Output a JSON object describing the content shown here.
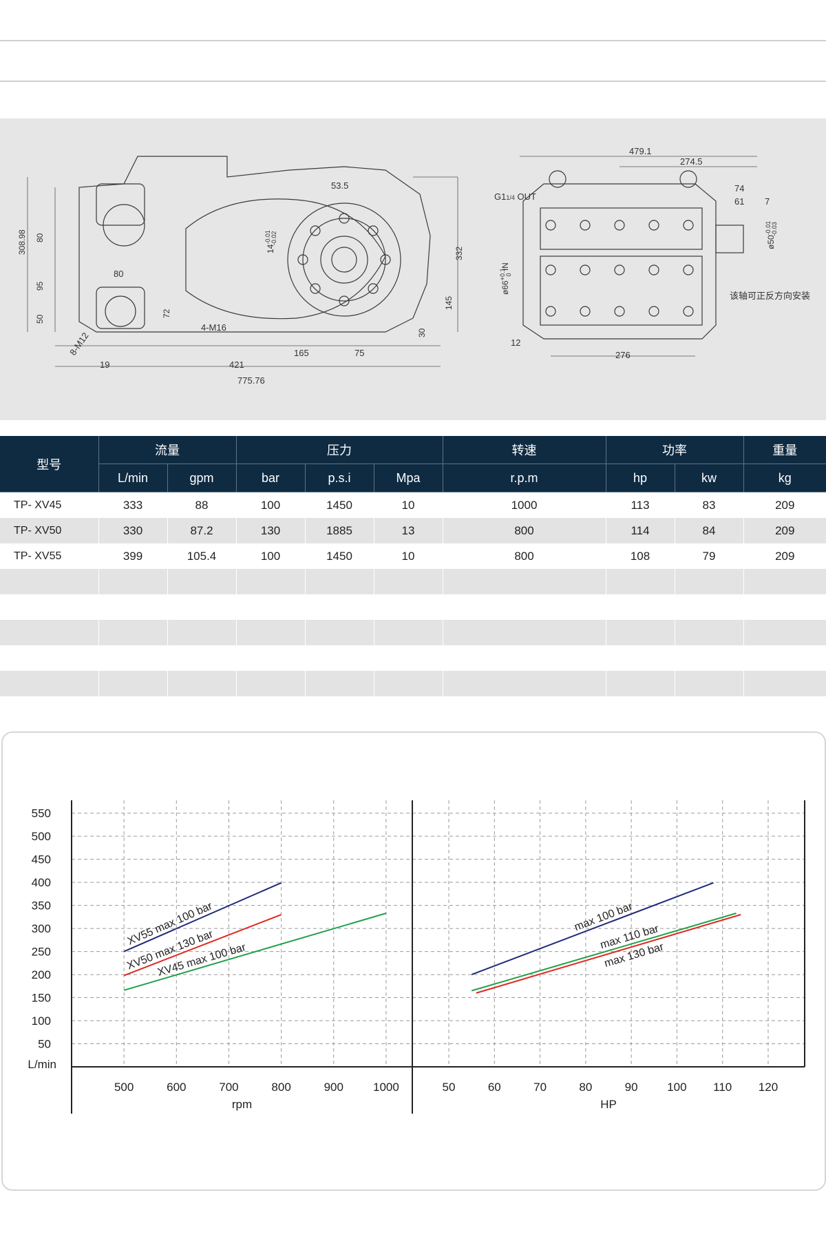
{
  "drawing": {
    "side_view_dims": [
      "308.98",
      "80",
      "95",
      "50",
      "80",
      "72",
      "53.5",
      "14",
      "-0.01",
      "-0.02",
      "332",
      "145",
      "30",
      "4-M16",
      "8-M12",
      "165",
      "75",
      "19",
      "421",
      "775.76"
    ],
    "end_view_dims": [
      "479.1",
      "274.5",
      "74",
      "61",
      "7",
      "G1",
      "1/4",
      " OUT",
      "ø66",
      "+0.1",
      "0",
      " IN",
      "ø50",
      "-0.01",
      "-0.03",
      "12",
      "276"
    ],
    "shaft_note": "该轴可正反方向安装"
  },
  "table": {
    "groups": {
      "model": "型号",
      "flow": "流量",
      "pressure": "压力",
      "speed": "转速",
      "power": "功率",
      "weight": "重量"
    },
    "units": [
      "L/min",
      "gpm",
      "bar",
      "p.s.i",
      "Mpa",
      "r.p.m",
      "hp",
      "kw",
      "kg"
    ],
    "rows": [
      [
        "TP- XV45",
        "333",
        "88",
        "100",
        "1450",
        "10",
        "1000",
        "113",
        "83",
        "209"
      ],
      [
        "TP- XV50",
        "330",
        "87.2",
        "130",
        "1885",
        "13",
        "800",
        "114",
        "84",
        "209"
      ],
      [
        "TP- XV55",
        "399",
        "105.4",
        "100",
        "1450",
        "10",
        "800",
        "108",
        "79",
        "209"
      ]
    ],
    "empty_rows": 5
  },
  "chart_data": [
    {
      "type": "line",
      "xlabel": "rpm",
      "ylabel": "L/min",
      "xticks": [
        500,
        600,
        700,
        800,
        900,
        1000
      ],
      "yticks": [
        50,
        100,
        150,
        200,
        250,
        300,
        350,
        400,
        450,
        500,
        550
      ],
      "xlim": [
        400,
        1050
      ],
      "ylim": [
        0,
        560
      ],
      "grid": true,
      "series": [
        {
          "name": "XV55 max 100 bar",
          "color": "#1f2a7a",
          "x": [
            500,
            800
          ],
          "y": [
            250,
            399
          ]
        },
        {
          "name": "XV50 max 130 bar",
          "color": "#e0281f",
          "x": [
            500,
            800
          ],
          "y": [
            198,
            330
          ]
        },
        {
          "name": "XV45 max 100 bar",
          "color": "#22a04a",
          "x": [
            500,
            1000
          ],
          "y": [
            166,
            333
          ]
        }
      ]
    },
    {
      "type": "line",
      "xlabel": "HP",
      "ylabel": "",
      "xticks": [
        50,
        60,
        70,
        80,
        90,
        100,
        110,
        120
      ],
      "xlim": [
        42,
        128
      ],
      "ylim": [
        0,
        560
      ],
      "grid": true,
      "series": [
        {
          "name": "max 100 bar",
          "color": "#1f2a7a",
          "x": [
            55,
            108
          ],
          "y": [
            200,
            399
          ]
        },
        {
          "name": "max 110 bar",
          "color": "#22a04a",
          "x": [
            55,
            113
          ],
          "y": [
            165,
            333
          ]
        },
        {
          "name": "max 130 bar",
          "color": "#e0281f",
          "x": [
            56,
            114
          ],
          "y": [
            160,
            330
          ]
        }
      ]
    }
  ]
}
